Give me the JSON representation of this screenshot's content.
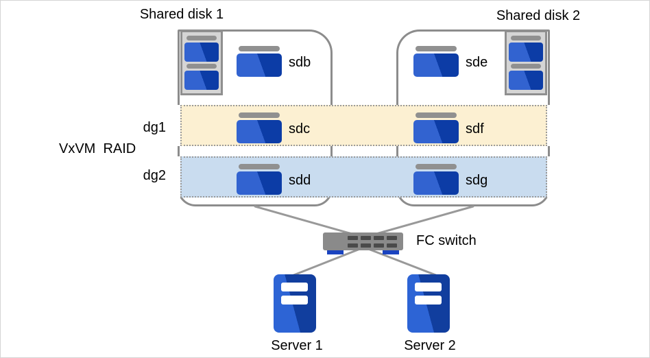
{
  "diagram": {
    "shared_disks": [
      {
        "title": "Shared disk 1",
        "disks": [
          {
            "label": "sdb"
          },
          {
            "label": "sdc"
          },
          {
            "label": "sdd"
          }
        ]
      },
      {
        "title": "Shared disk 2",
        "disks": [
          {
            "label": "sde"
          },
          {
            "label": "sdf"
          },
          {
            "label": "sdg"
          }
        ]
      }
    ],
    "raid_label": "VxVM  RAID",
    "disk_groups": [
      {
        "label": "dg1",
        "fill": "#fcf0d2",
        "members": [
          "sdc",
          "sdf"
        ]
      },
      {
        "label": "dg2",
        "fill": "#c9dcef",
        "members": [
          "sdd",
          "sdg"
        ]
      }
    ],
    "fc_switch": {
      "label": "FC switch"
    },
    "servers": [
      {
        "label": "Server 1"
      },
      {
        "label": "Server 2"
      }
    ],
    "colors": {
      "disk_blue_light": "#3263d0",
      "disk_blue_dark": "#0c3ca6",
      "outline_gray": "#8c8c8c",
      "dotted_border": "#999999",
      "dg1_fill": "#fcf0d2",
      "dg2_fill": "#c9dcef",
      "switch_gray": "#8a8a8a",
      "switch_foot_blue": "#1a43c0"
    }
  }
}
